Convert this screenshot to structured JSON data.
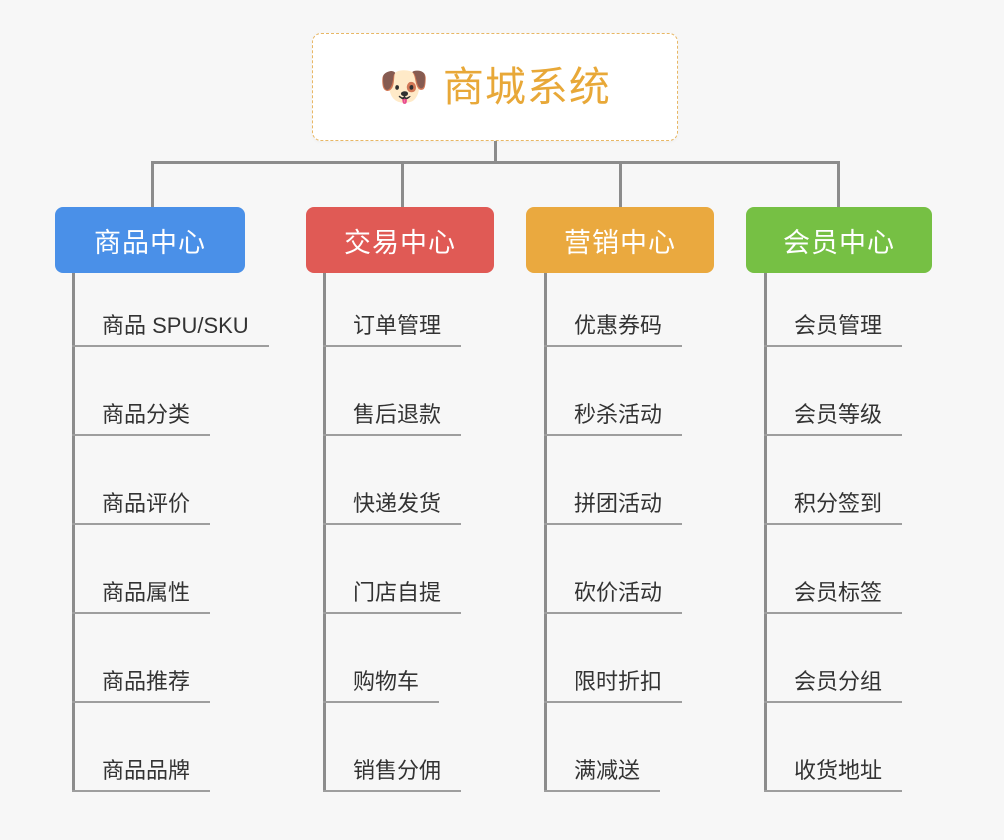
{
  "background_color": "#f7f7f7",
  "root": {
    "icon": "shiba-dog-emoji",
    "emoji": "🐶",
    "title": "商城系统",
    "border_color": "#e8b765",
    "title_color": "#e8a838"
  },
  "connector_color": "#8c8c8c",
  "columns": [
    {
      "title": "商品中心",
      "color": "#4a90e8",
      "items": [
        "商品 SPU/SKU",
        "商品分类",
        "商品评价",
        "商品属性",
        "商品推荐",
        "商品品牌"
      ]
    },
    {
      "title": "交易中心",
      "color": "#e05a55",
      "items": [
        "订单管理",
        "售后退款",
        "快递发货",
        "门店自提",
        "购物车",
        "销售分佣"
      ]
    },
    {
      "title": "营销中心",
      "color": "#eaa93f",
      "items": [
        "优惠券码",
        "秒杀活动",
        "拼团活动",
        "砍价活动",
        "限时折扣",
        "满减送"
      ]
    },
    {
      "title": "会员中心",
      "color": "#76c044",
      "items": [
        "会员管理",
        "会员等级",
        "积分签到",
        "会员标签",
        "会员分组",
        "收货地址"
      ]
    }
  ]
}
